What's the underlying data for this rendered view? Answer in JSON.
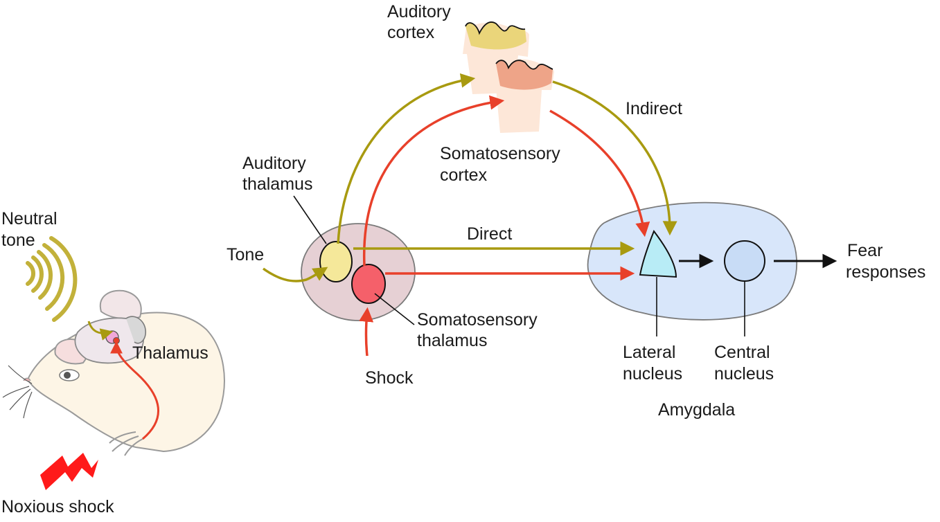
{
  "labels": {
    "auditory_cortex": [
      "Auditory",
      "cortex"
    ],
    "somatosensory_cortex": [
      "Somatosensory",
      "cortex"
    ],
    "indirect": "Indirect",
    "direct": "Direct",
    "auditory_thalamus": [
      "Auditory",
      "thalamus"
    ],
    "tone": "Tone",
    "somatosensory_thalamus": [
      "Somatosensory",
      "thalamus"
    ],
    "shock": "Shock",
    "neutral_tone": [
      "Neutral",
      "tone"
    ],
    "thalamus": "Thalamus",
    "noxious_shock": "Noxious shock",
    "lateral_nucleus": [
      "Lateral",
      "nucleus"
    ],
    "central_nucleus": [
      "Central",
      "nucleus"
    ],
    "amygdala": "Amygdala",
    "fear_responses": [
      "Fear",
      "responses"
    ]
  },
  "colors": {
    "tone_pathway": "#a89a10",
    "shock_pathway": "#e8402a",
    "amygdala_fill": "#d8e6fa",
    "thalamus_fill": "#e6d0d4",
    "auditory_thalamus_fill": "#f5e89a",
    "somatosensory_thalamus_fill": "#f5606a",
    "lateral_nucleus_fill": "#b8ecf6",
    "central_nucleus_fill": "#c8dcf6",
    "auditory_cortex_fill": "#ead57a",
    "somatosensory_cortex_fill": "#eea488",
    "cortex_body_fill": "#fde7d8",
    "rat_fill": "#fdf5e6"
  }
}
